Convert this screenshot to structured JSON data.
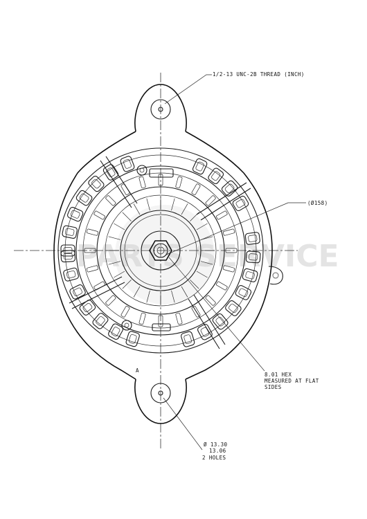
{
  "drawing": {
    "callouts": {
      "thread": "1/2-13 UNC-2B THREAD (INCH)",
      "diameter": "(Ø158)",
      "hex_line1": "8.01 HEX",
      "hex_line2": "MEASURED AT FLAT",
      "hex_line3": "SIDES",
      "holes_line1": "Ø 13.30",
      "holes_line2": "13.06",
      "holes_line3": "2 HOLES",
      "view_marker": "A"
    },
    "watermark": "PARTS SERVICE"
  }
}
